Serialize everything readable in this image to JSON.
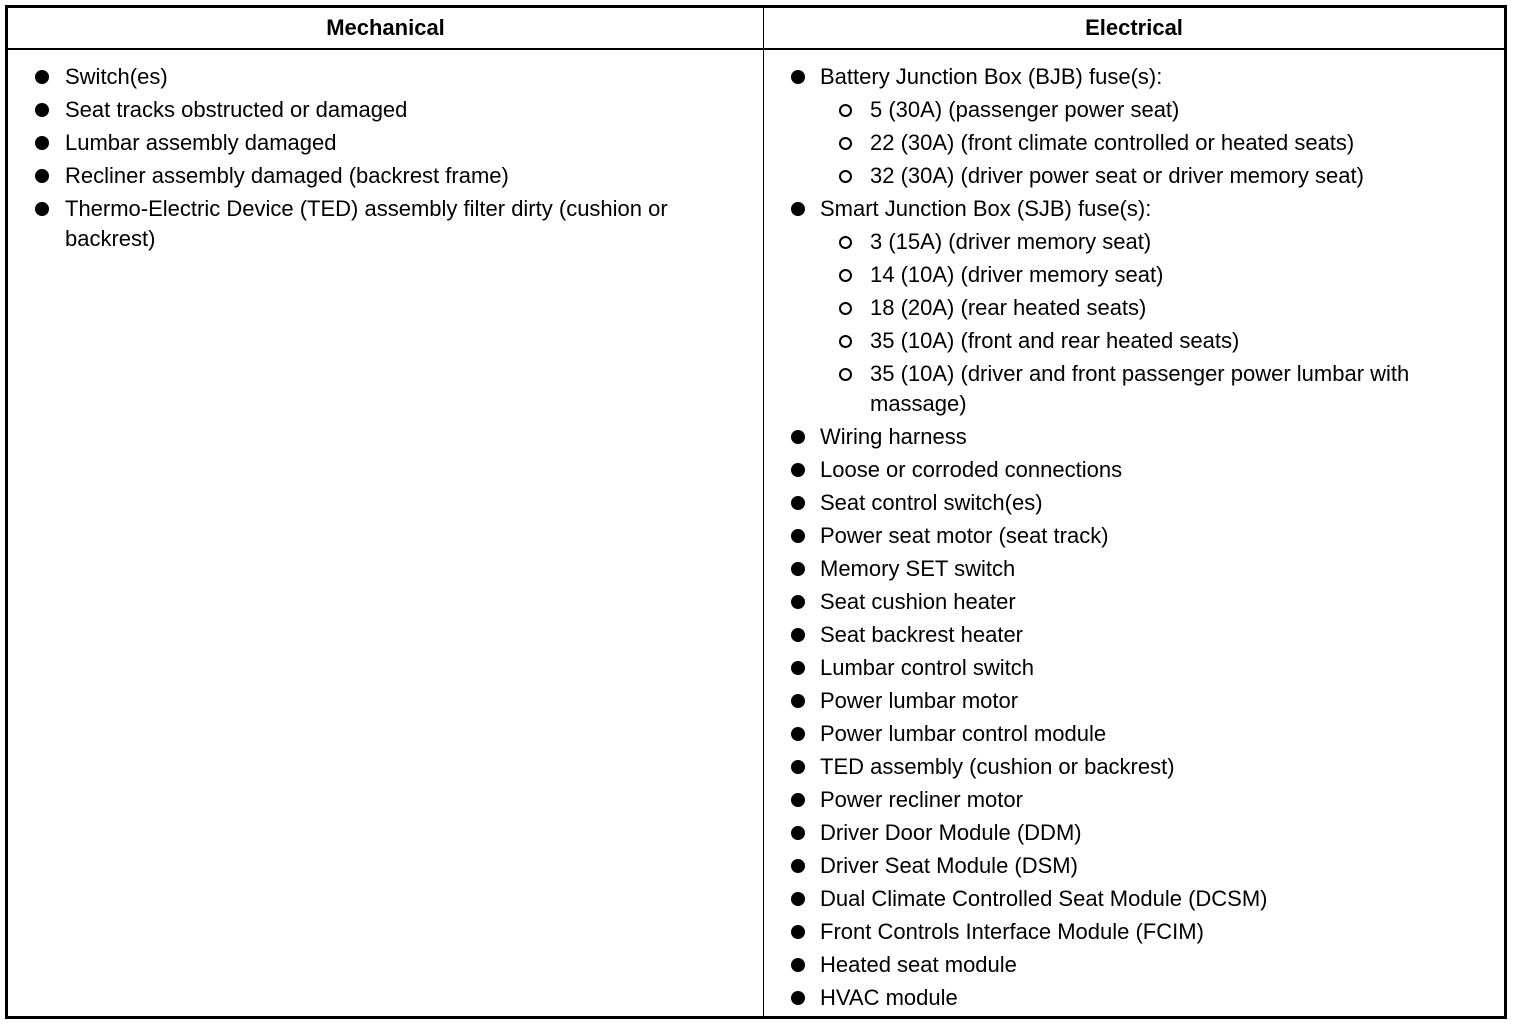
{
  "headers": {
    "mechanical": "Mechanical",
    "electrical": "Electrical"
  },
  "mechanical": [
    "Switch(es)",
    "Seat tracks obstructed or damaged",
    "Lumbar assembly damaged",
    "Recliner assembly damaged (backrest frame)",
    "Thermo-Electric Device (TED) assembly filter dirty (cushion or backrest)"
  ],
  "electrical": [
    {
      "label": "Battery Junction Box (BJB) fuse(s):",
      "sub": [
        "5 (30A) (passenger power seat)",
        "22 (30A) (front climate controlled or heated seats)",
        "32 (30A) (driver power seat or driver memory seat)"
      ]
    },
    {
      "label": "Smart Junction Box (SJB) fuse(s):",
      "sub": [
        "3 (15A) (driver memory seat)",
        "14 (10A) (driver memory seat)",
        "18 (20A) (rear heated seats)",
        "35 (10A) (front and rear heated seats)",
        "35 (10A) (driver and front passenger power lumbar with massage)"
      ]
    },
    {
      "label": "Wiring harness"
    },
    {
      "label": "Loose or corroded connections"
    },
    {
      "label": "Seat control switch(es)"
    },
    {
      "label": "Power seat motor (seat track)"
    },
    {
      "label": "Memory SET switch"
    },
    {
      "label": "Seat cushion heater"
    },
    {
      "label": "Seat backrest heater"
    },
    {
      "label": "Lumbar control switch"
    },
    {
      "label": "Power lumbar motor"
    },
    {
      "label": "Power lumbar control module"
    },
    {
      "label": "TED assembly (cushion or backrest)"
    },
    {
      "label": "Power recliner motor"
    },
    {
      "label": "Driver Door Module (DDM)"
    },
    {
      "label": "Driver Seat Module (DSM)"
    },
    {
      "label": "Dual Climate Controlled Seat Module (DCSM)"
    },
    {
      "label": "Front Controls Interface Module (FCIM)"
    },
    {
      "label": "Heated seat module"
    },
    {
      "label": "HVAC module"
    }
  ]
}
